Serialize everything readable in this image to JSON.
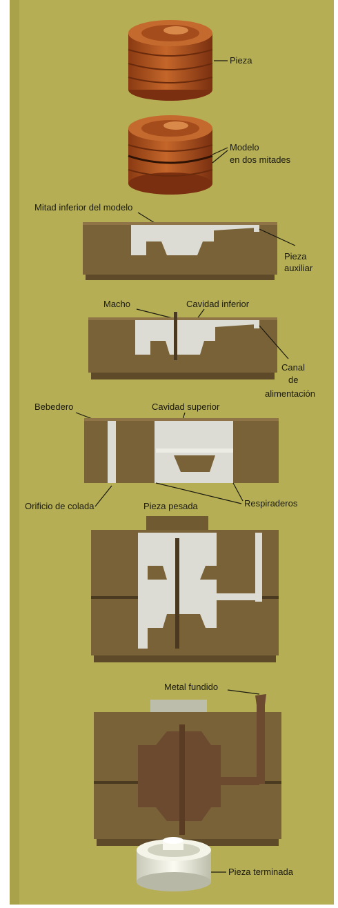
{
  "colors": {
    "background": "#b5ae55",
    "sand": "#7a6238",
    "sand_dark": "#5e4a29",
    "cavity": "#dcdcd4",
    "wood": "#b4521c",
    "metal": "#6b4a30",
    "finished": "#ededdf"
  },
  "labels": {
    "pieza": "Pieza",
    "modelo_line1": "Modelo",
    "modelo_line2": "en dos mitades",
    "mitad_inferior": "Mitad inferior del modelo",
    "pieza_auxiliar_line1": "Pieza",
    "pieza_auxiliar_line2": "auxiliar",
    "macho": "Macho",
    "cavidad_inferior": "Cavidad inferior",
    "canal_line1": "Canal",
    "canal_line2": "de",
    "canal_line3": "alimentación",
    "bebedero": "Bebedero",
    "cavidad_superior": "Cavidad superior",
    "orificio_colada": "Orificio de colada",
    "respiraderos": "Respiraderos",
    "pieza_pesada": "Pieza pesada",
    "metal_fundido": "Metal fundido",
    "pieza_terminada": "Pieza terminada"
  }
}
